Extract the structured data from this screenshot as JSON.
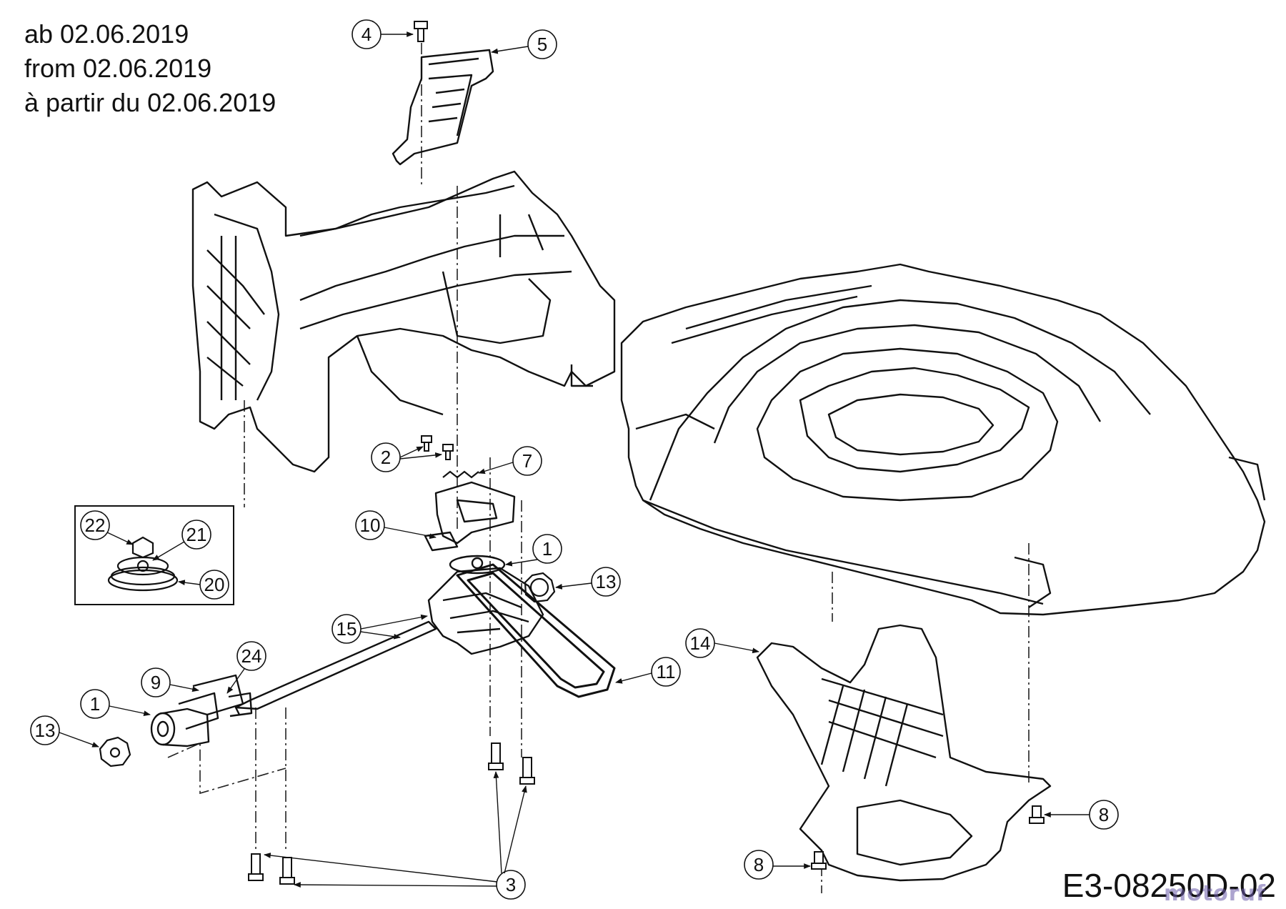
{
  "header": {
    "line_de": "ab 02.06.2019",
    "line_en": "from 02.06.2019",
    "line_fr": "à partir du 02.06.2019"
  },
  "diagram_code": "E3-08250D-02",
  "watermark": {
    "text": "motoruf",
    "color": "#6a5aa8"
  },
  "callouts": [
    {
      "id": "c4",
      "label": "4"
    },
    {
      "id": "c5",
      "label": "5"
    },
    {
      "id": "c2",
      "label": "2"
    },
    {
      "id": "c7",
      "label": "7"
    },
    {
      "id": "c10",
      "label": "10"
    },
    {
      "id": "c22",
      "label": "22"
    },
    {
      "id": "c21",
      "label": "21"
    },
    {
      "id": "c20",
      "label": "20"
    },
    {
      "id": "c1a",
      "label": "1"
    },
    {
      "id": "c13a",
      "label": "13"
    },
    {
      "id": "c15",
      "label": "15"
    },
    {
      "id": "c24",
      "label": "24"
    },
    {
      "id": "c9",
      "label": "9"
    },
    {
      "id": "c1b",
      "label": "1"
    },
    {
      "id": "c13b",
      "label": "13"
    },
    {
      "id": "c11",
      "label": "11"
    },
    {
      "id": "c14",
      "label": "14"
    },
    {
      "id": "c8a",
      "label": "8"
    },
    {
      "id": "c8b",
      "label": "8"
    },
    {
      "id": "c3",
      "label": "3"
    }
  ]
}
